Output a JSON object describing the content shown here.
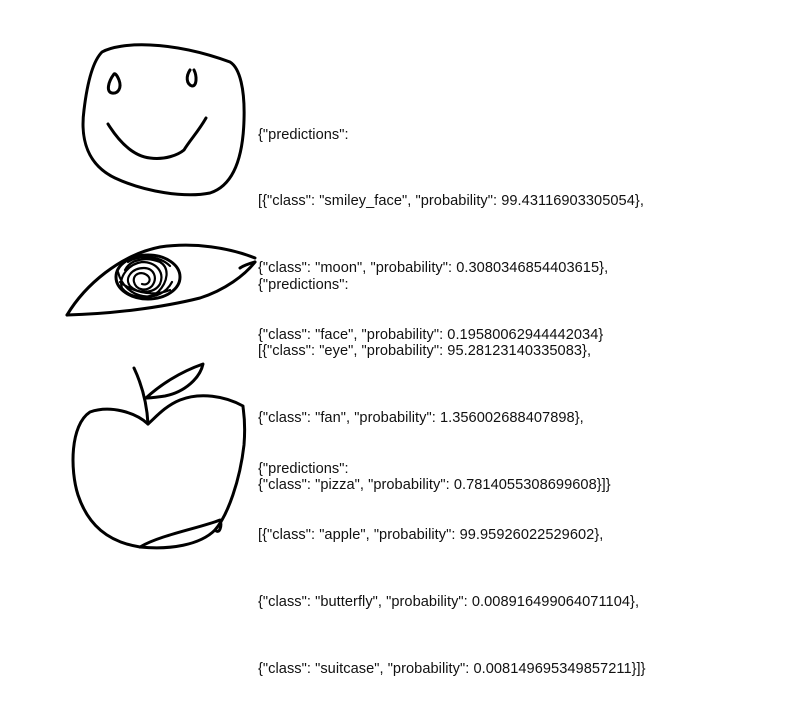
{
  "items": [
    {
      "drawing": "smiley-face-sketch",
      "lines": [
        "{\"predictions\":",
        "[{\"class\": \"smiley_face\", \"probability\": 99.43116903305054},",
        "{\"class\": \"moon\", \"probability\": 0.3080346854403615},",
        "{\"class\": \"face\", \"probability\": 0.19580062944442034}"
      ]
    },
    {
      "drawing": "eye-sketch",
      "lines": [
        "{\"predictions\":",
        "[{\"class\": \"eye\", \"probability\": 95.28123140335083},",
        "{\"class\": \"fan\", \"probability\": 1.356002688407898},",
        "{\"class\": \"pizza\", \"probability\": 0.7814055308699608}]}"
      ]
    },
    {
      "drawing": "apple-sketch",
      "lines": [
        "{\"predictions\":",
        "[{\"class\": \"apple\", \"probability\": 99.95926022529602},",
        "{\"class\": \"butterfly\", \"probability\": 0.008916499064071104},",
        "{\"class\": \"suitcase\", \"probability\": 0.008149695349857211}]}"
      ]
    }
  ],
  "colors": {
    "background": "#ffffff",
    "ink": "#000000",
    "text": "#111111"
  }
}
